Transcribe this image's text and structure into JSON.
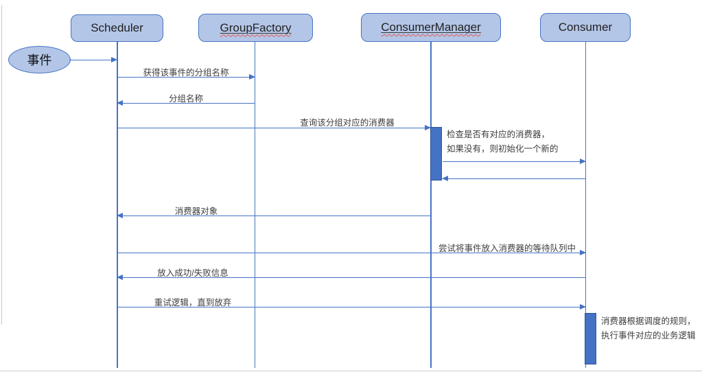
{
  "diagram_type": "uml-sequence",
  "colors": {
    "shape_fill": "#b4c6e7",
    "shape_border": "#4472c4",
    "line": "#4472c4",
    "activation_fill": "#4472c4",
    "spellcheck_underline": "#e05b5b",
    "label_text": "#3d3d3d"
  },
  "actors": [
    {
      "label": "Scheduler",
      "misspell_marked": false
    },
    {
      "label": "GroupFactory",
      "misspell_marked": true
    },
    {
      "label": "ConsumerManager",
      "misspell_marked": true
    },
    {
      "label": "Consumer",
      "misspell_marked": false
    }
  ],
  "start_event": {
    "label": "事件"
  },
  "messages": [
    {
      "label": "",
      "from": "事件",
      "to": "Scheduler"
    },
    {
      "label": "获得该事件的分组名称",
      "from": "Scheduler",
      "to": "GroupFactory"
    },
    {
      "label": "分组名称",
      "from": "GroupFactory",
      "to": "Scheduler"
    },
    {
      "label": "查询该分组对应的消费器",
      "from": "Scheduler",
      "to": "ConsumerManager"
    },
    {
      "label": "",
      "from": "ConsumerManager",
      "to": "Consumer"
    },
    {
      "label": "",
      "from": "Consumer",
      "to": "ConsumerManager"
    },
    {
      "label": "消费器对象",
      "from": "ConsumerManager",
      "to": "Scheduler"
    },
    {
      "label": "尝试将事件放入消费器的等待队列中",
      "from": "Scheduler",
      "to": "Consumer"
    },
    {
      "label": "放入成功/失败信息",
      "from": "Consumer",
      "to": "Scheduler"
    },
    {
      "label": "重试逻辑，直到放弃",
      "from": "Scheduler",
      "to": "Consumer"
    }
  ],
  "notes": [
    {
      "attached_to": "ConsumerManager",
      "lines": [
        "检查是否有对应的消费器，",
        "如果没有，则初始化一个新的"
      ]
    },
    {
      "attached_to": "Consumer",
      "lines": [
        "消费器根据调度的规则，",
        "执行事件对应的业务逻辑"
      ]
    }
  ]
}
